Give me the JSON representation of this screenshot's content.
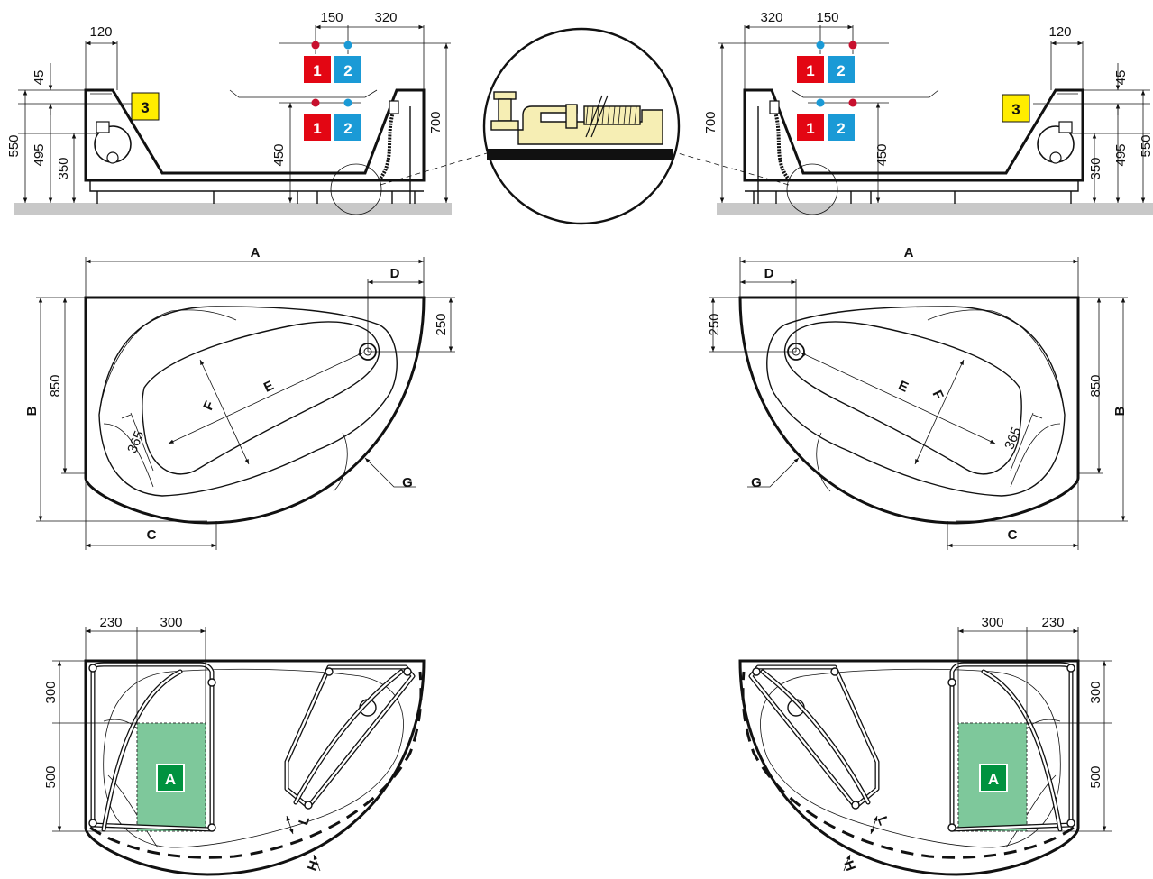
{
  "colors": {
    "hot": "#e30613",
    "cold": "#1a9ad6",
    "waste": "#ffed00",
    "zone": "#7ec89b",
    "zone_badge": "#00923f",
    "floor": "#c8c8c8",
    "siphon": "#f6eeb4"
  },
  "badges": {
    "hot": "1",
    "cold": "2",
    "waste": "3",
    "zone": "A"
  },
  "side_view": {
    "dims": {
      "d120": "120",
      "d45": "45",
      "d550": "550",
      "d495": "495",
      "d350": "350",
      "d150": "150",
      "d320": "320",
      "d450": "450",
      "d700": "700"
    }
  },
  "top_view": {
    "letters": {
      "A": "A",
      "B": "B",
      "C": "C",
      "D": "D",
      "E": "E",
      "F": "F",
      "G": "G"
    },
    "dims": {
      "d850": "850",
      "d250": "250",
      "d365": "365"
    }
  },
  "frame_view": {
    "dims": {
      "d230": "230",
      "d300": "300",
      "d300v": "300",
      "d500": "500"
    },
    "letters": {
      "H": "H",
      "L": "L"
    }
  }
}
